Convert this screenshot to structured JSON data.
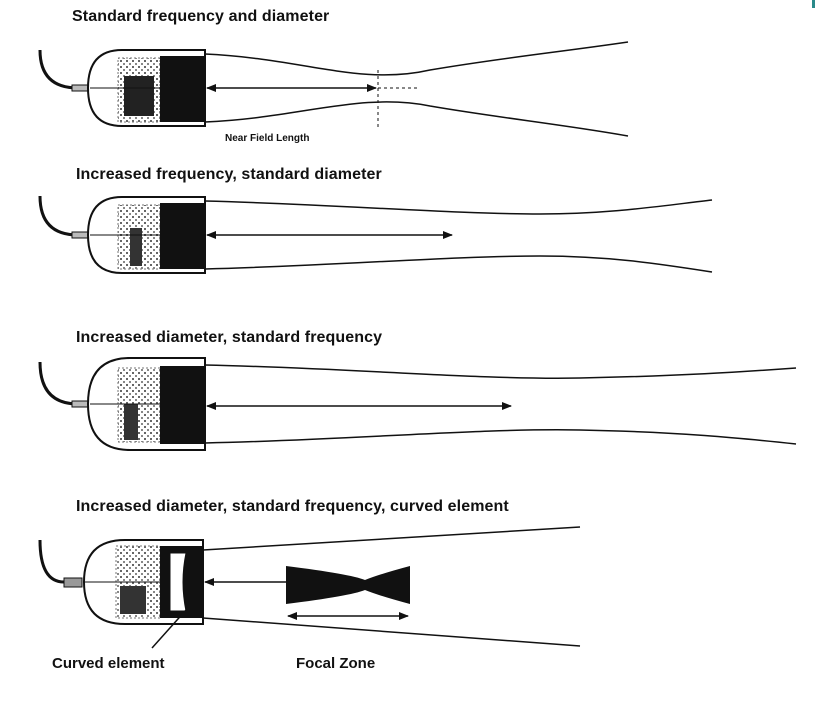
{
  "colors": {
    "ink": "#111111",
    "accent": "#2a8a8a",
    "background": "#ffffff"
  },
  "panels": [
    {
      "title": "Standard frequency and diameter",
      "annotation": "Near Field Length"
    },
    {
      "title": "Increased frequency, standard diameter"
    },
    {
      "title": "Increased diameter, standard frequency"
    },
    {
      "title": "Increased diameter, standard frequency, curved element",
      "labels": {
        "curved_element": "Curved element",
        "focal_zone": "Focal Zone"
      }
    }
  ]
}
